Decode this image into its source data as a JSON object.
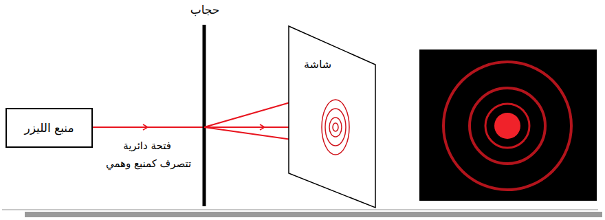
{
  "diagram": {
    "nodes": [
      {
        "text": [
          "منبع الليزر"
        ]
      },
      {
        "text": [
          "شاشة"
        ]
      }
    ],
    "labels": [
      "حجاب",
      "فتحة دائرية",
      "تتصرف كمنبع وهمي"
    ]
  }
}
